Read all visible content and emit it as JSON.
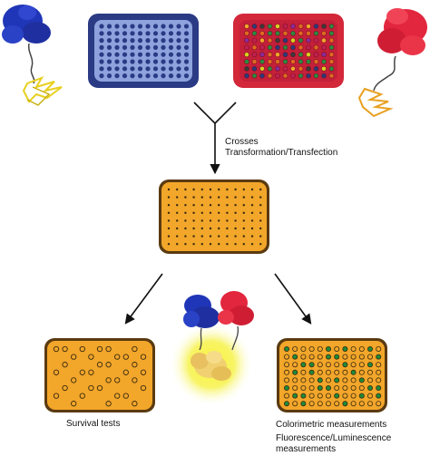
{
  "labels": {
    "crosses": "Crosses",
    "transformation": "Transformation/Transfection",
    "survival": "Survival tests",
    "colorimetric": "Colorimetric measurements",
    "fluorescence_line1": "Fluorescence/Luminescence",
    "fluorescence_line2": "measurements"
  },
  "colors": {
    "blue_plate": "#2b3a84",
    "blue_well": "#8ea3dd",
    "red_plate": "#d3283a",
    "orange_plate": "#f2a62a",
    "well_dot": "#3a2a10",
    "green_well": "#1f8a3a",
    "protein_blue": "#2036b8",
    "protein_red": "#e2263e",
    "protein_yellow": "#f0d070",
    "glow": "#f4f020"
  }
}
